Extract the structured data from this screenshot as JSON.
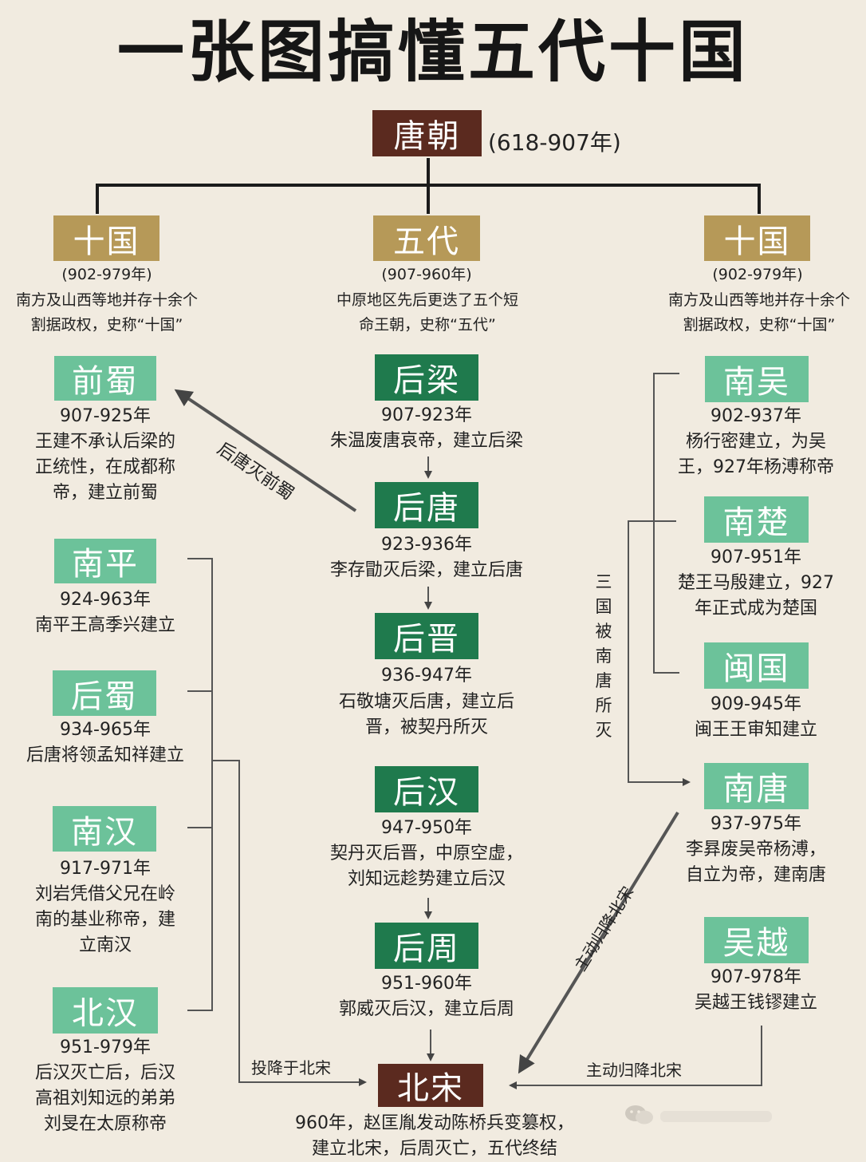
{
  "title": "一张图搞懂五代十国",
  "root": {
    "name": "唐朝",
    "years": "(618-907年)"
  },
  "left_header": {
    "name": "十国",
    "years": "(902-979年)",
    "desc1": "南方及山西等地并存十余个",
    "desc2": "割据政权，史称“十国”"
  },
  "center_header": {
    "name": "五代",
    "years": "(907-960年)",
    "desc1": "中原地区先后更迭了五个短",
    "desc2": "命王朝，史称“五代”"
  },
  "right_header": {
    "name": "十国",
    "years": "(902-979年)",
    "desc1": "南方及山西等地并存十余个",
    "desc2": "割据政权，史称“十国”"
  },
  "wudai": [
    {
      "name": "后梁",
      "years": "907-923年",
      "desc": [
        "朱温废唐哀帝，建立后梁"
      ]
    },
    {
      "name": "后唐",
      "years": "923-936年",
      "desc": [
        "李存勖灭后梁，建立后唐"
      ]
    },
    {
      "name": "后晋",
      "years": "936-947年",
      "desc": [
        "石敬塘灭后唐，建立后",
        "晋，被契丹所灭"
      ]
    },
    {
      "name": "后汉",
      "years": "947-950年",
      "desc": [
        "契丹灭后晋，中原空虚，",
        "刘知远趁势建立后汉"
      ]
    },
    {
      "name": "后周",
      "years": "951-960年",
      "desc": [
        "郭威灭后汉，建立后周"
      ]
    }
  ],
  "left_states": [
    {
      "name": "前蜀",
      "years": "907-925年",
      "desc": [
        "王建不承认后梁的",
        "正统性，在成都称",
        "帝，建立前蜀"
      ]
    },
    {
      "name": "南平",
      "years": "924-963年",
      "desc": [
        "南平王高季兴建立"
      ]
    },
    {
      "name": "后蜀",
      "years": "934-965年",
      "desc": [
        "后唐将领孟知祥建立"
      ]
    },
    {
      "name": "南汉",
      "years": "917-971年",
      "desc": [
        "刘岩凭借父兄在岭",
        "南的基业称帝，建",
        "立南汉"
      ]
    },
    {
      "name": "北汉",
      "years": "951-979年",
      "desc": [
        "后汉灭亡后，后汉",
        "高祖刘知远的弟弟",
        "刘旻在太原称帝"
      ]
    }
  ],
  "right_states": [
    {
      "name": "南吴",
      "years": "902-937年",
      "desc": [
        "杨行密建立，为吴",
        "王，927年杨溥称帝"
      ]
    },
    {
      "name": "南楚",
      "years": "907-951年",
      "desc": [
        "楚王马殷建立，927",
        "年正式成为楚国"
      ]
    },
    {
      "name": "闽国",
      "years": "909-945年",
      "desc": [
        "闽王王审知建立"
      ]
    },
    {
      "name": "南唐",
      "years": "937-975年",
      "desc": [
        "李昪废吴帝杨溥，",
        "自立为帝，建南唐"
      ]
    },
    {
      "name": "吴越",
      "years": "907-978年",
      "desc": [
        "吴越王钱镠建立"
      ]
    }
  ],
  "beisong": {
    "name": "北宋",
    "desc1": "960年，赵匡胤发动陈桥兵变篡权，",
    "desc2": "建立北宋，后周灭亡，五代终结"
  },
  "labels": {
    "houtang_mie_qianshu": "后唐灭前蜀",
    "sanguo": "三国被南唐所灭",
    "touxiang": "投降于北宋",
    "zhudong1": "主动归降北宋",
    "zhudong2": "主动归降北宋"
  },
  "colors": {
    "tang": "#5b2a1f",
    "gold": "#b69958",
    "dark_green": "#1f7a4d",
    "light_green": "#6cc29a",
    "background": "#f1ebe0"
  }
}
